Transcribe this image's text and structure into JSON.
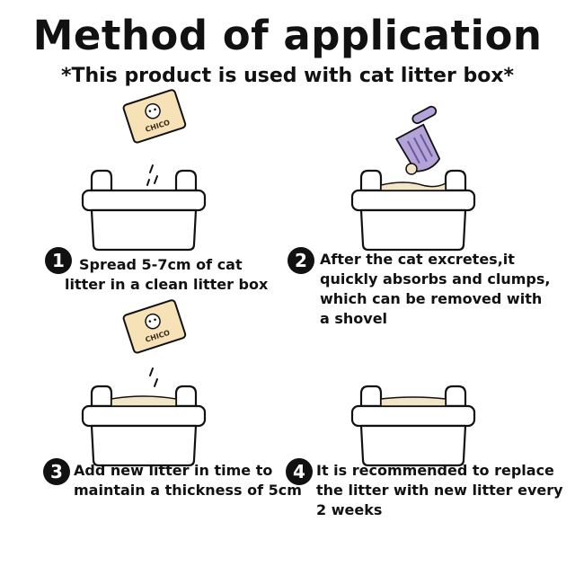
{
  "title": "Method of application",
  "subtitle": "*This product is used with cat litter box*",
  "brand": "CHICO",
  "colors": {
    "litter": "#F3E6C8",
    "package": "#F6E2B6",
    "scoop": "#B3A3D8",
    "outline": "#111111"
  },
  "steps": [
    {
      "number": "1",
      "lines": [
        "Spread 5-7cm of cat",
        "litter in a clean litter box"
      ]
    },
    {
      "number": "2",
      "lines": [
        "After the cat excretes,it",
        "quickly absorbs and clumps,",
        "which can be removed with",
        "a shovel"
      ]
    },
    {
      "number": "3",
      "lines": [
        "Add new litter in time to",
        "maintain a thickness of 5cm"
      ]
    },
    {
      "number": "4",
      "lines": [
        "It is recommended to replace",
        "the litter with new litter every",
        "2 weeks"
      ]
    }
  ]
}
